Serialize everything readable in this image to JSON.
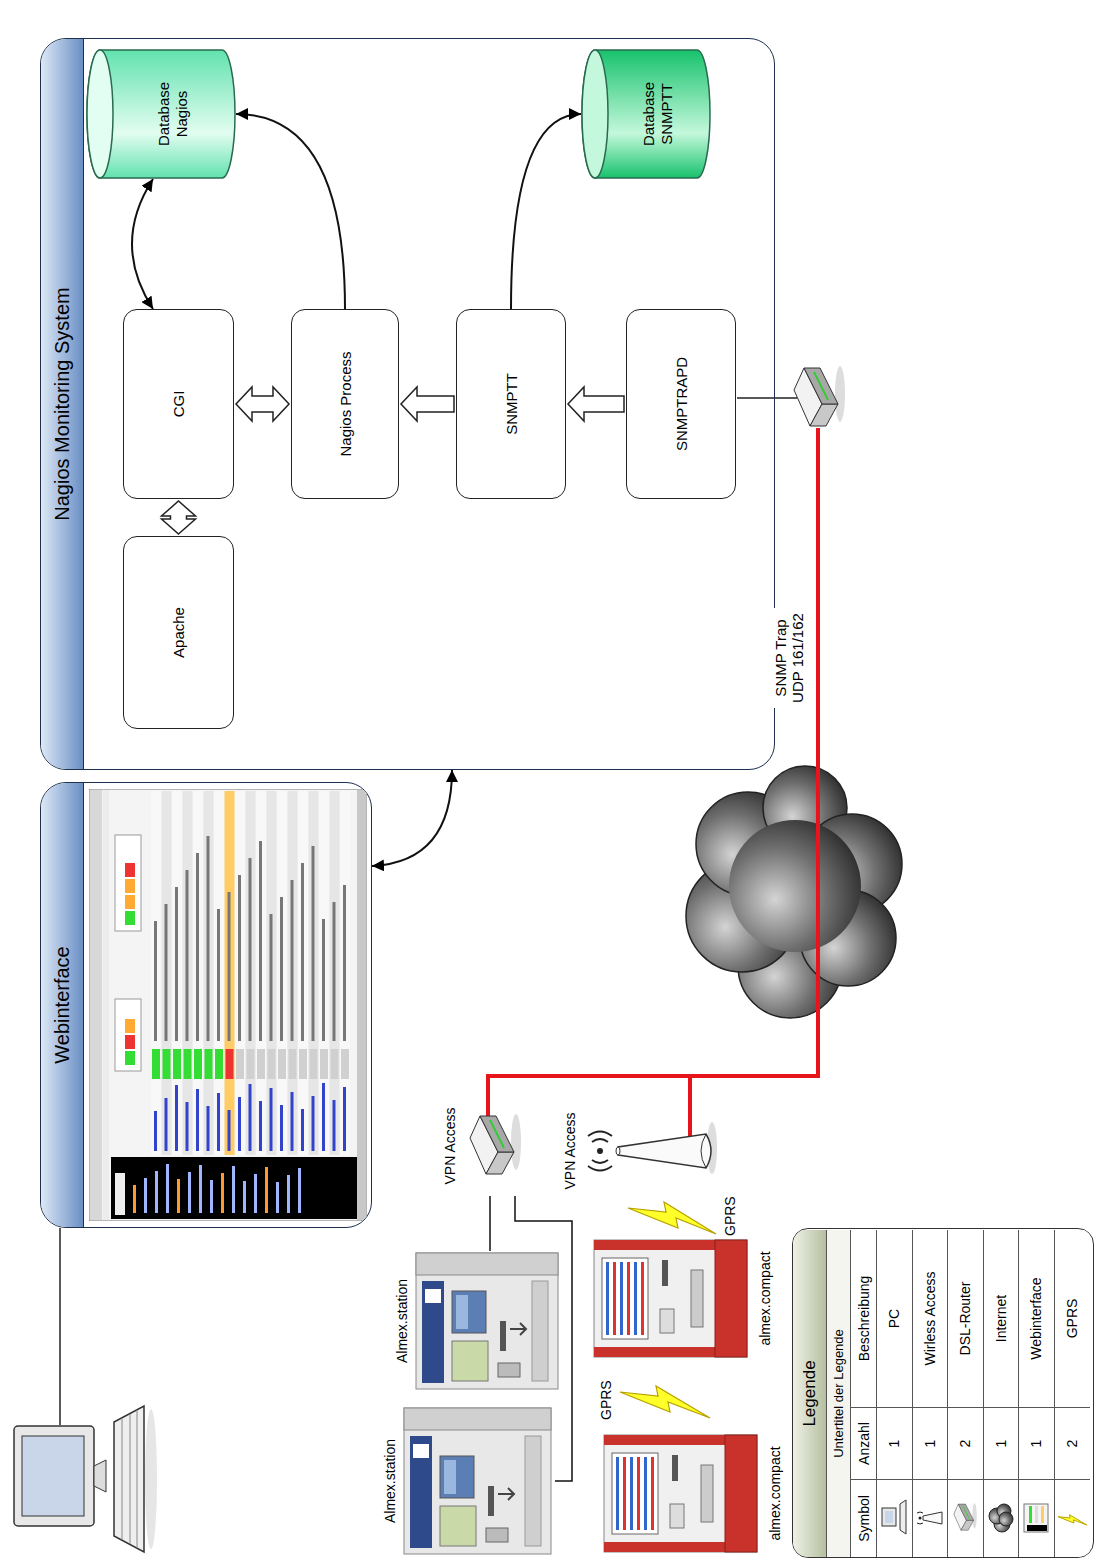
{
  "diagram": {
    "nodes": [
      {
        "text": [
          "Webinterface"
        ]
      },
      {
        "text": [
          "Nagios Monitoring System"
        ]
      },
      {
        "text": [
          "Apache"
        ],
        "in": 1
      },
      {
        "text": [
          "CGI"
        ],
        "in": 1
      },
      {
        "text": [
          "Nagios Process"
        ],
        "in": 1
      },
      {
        "text": [
          "SNMPTT"
        ],
        "in": 1
      },
      {
        "text": [
          "SNMPTRAPD"
        ],
        "in": 1
      },
      {
        "text": [
          "Database Nagios"
        ],
        "in": 1
      },
      {
        "text": [
          "Database SNMPTT"
        ],
        "in": 1
      },
      {
        "text": [
          "Almex.station"
        ]
      },
      {
        "text": [
          "Almex.station"
        ]
      },
      {
        "text": [
          "VPN Access"
        ]
      },
      {
        "text": [
          "VPN Access"
        ]
      },
      {
        "text": [
          "almex.compact"
        ]
      },
      {
        "text": [
          "almex.compact"
        ]
      }
    ],
    "edges": [
      {
        "from": 0,
        "to": 1,
        "arrow": "both"
      },
      {
        "from": 2,
        "to": 3,
        "arrow": "both"
      },
      {
        "from": 3,
        "to": 4,
        "arrow": "both"
      },
      {
        "from": 5,
        "to": 4,
        "arrow": "to"
      },
      {
        "from": 6,
        "to": 5,
        "arrow": "to"
      },
      {
        "from": 4,
        "to": 7,
        "arrow": "to"
      },
      {
        "from": 3,
        "to": 7,
        "arrow": "both"
      },
      {
        "from": 5,
        "to": 8,
        "arrow": "to"
      },
      {
        "from": 9,
        "to": 11,
        "arrow": "none"
      },
      {
        "from": 10,
        "to": 11,
        "arrow": "none"
      }
    ],
    "labels": [
      "SNMP Trap UDP 161/162",
      "GPRS",
      "GPRS",
      "Legende",
      "Untertitel der Legende",
      "Symbol",
      "Anzahl",
      "Beschreibung",
      "1",
      "1",
      "2",
      "1",
      "1",
      "2"
    ],
    "legend": [
      {
        "text": "PC"
      },
      {
        "text": "Wirless Access"
      },
      {
        "text": "DSL-Router"
      },
      {
        "text": "Internet"
      },
      {
        "text": "Webinterface"
      },
      {
        "text": "GPRS"
      }
    ]
  }
}
